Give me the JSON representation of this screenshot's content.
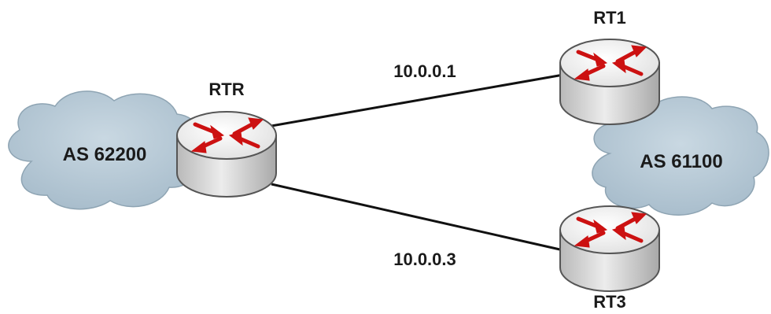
{
  "diagram": {
    "clouds": [
      {
        "id": "left",
        "label": "AS 62200"
      },
      {
        "id": "right",
        "label": "AS 61100"
      }
    ],
    "routers": [
      {
        "id": "rtr",
        "label": "RTR"
      },
      {
        "id": "rt1",
        "label": "RT1"
      },
      {
        "id": "rt3",
        "label": "RT3"
      }
    ],
    "links": [
      {
        "from": "RTR",
        "to": "RT1",
        "label": "10.0.0.1"
      },
      {
        "from": "RTR",
        "to": "RT3",
        "label": "10.0.0.3"
      }
    ],
    "colors": {
      "cloud_fill": "#b8cad6",
      "cloud_stroke": "#8ea4b3",
      "router_body": "#cfcfcf",
      "router_top": "#f2f2f2",
      "router_stroke": "#555555",
      "arrow": "#cc1111",
      "link": "#111111"
    }
  }
}
